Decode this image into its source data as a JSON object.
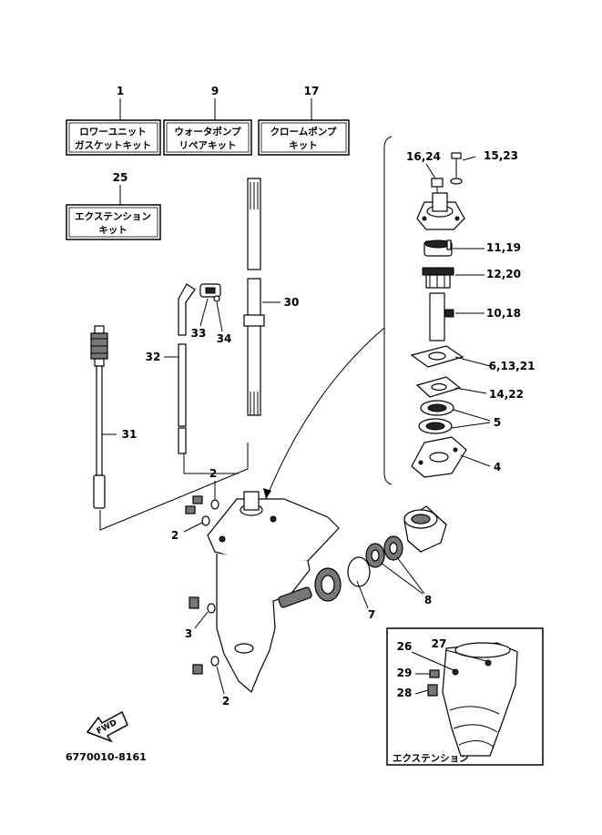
{
  "kits": [
    {
      "ref": "1",
      "line1": "ロワーユニット",
      "line2": "ガスケットキット"
    },
    {
      "ref": "9",
      "line1": "ウォータポンプ",
      "line2": "リペアキット"
    },
    {
      "ref": "17",
      "line1": "クロームポンプ",
      "line2": "キット"
    },
    {
      "ref": "25",
      "line1": "エクステンション",
      "line2": "キット"
    }
  ],
  "callouts": [
    "16,24",
    "15,23",
    "11,19",
    "12,20",
    "10,18",
    "6,13,21",
    "14,22",
    "5",
    "4",
    "30",
    "33",
    "34",
    "32",
    "31",
    "2",
    "2",
    "3",
    "2",
    "7",
    "8",
    "26",
    "27",
    "29",
    "28"
  ],
  "inset_title": "エクステンション",
  "fwd_label": "FWD",
  "drawing_number": "6770010-8161"
}
